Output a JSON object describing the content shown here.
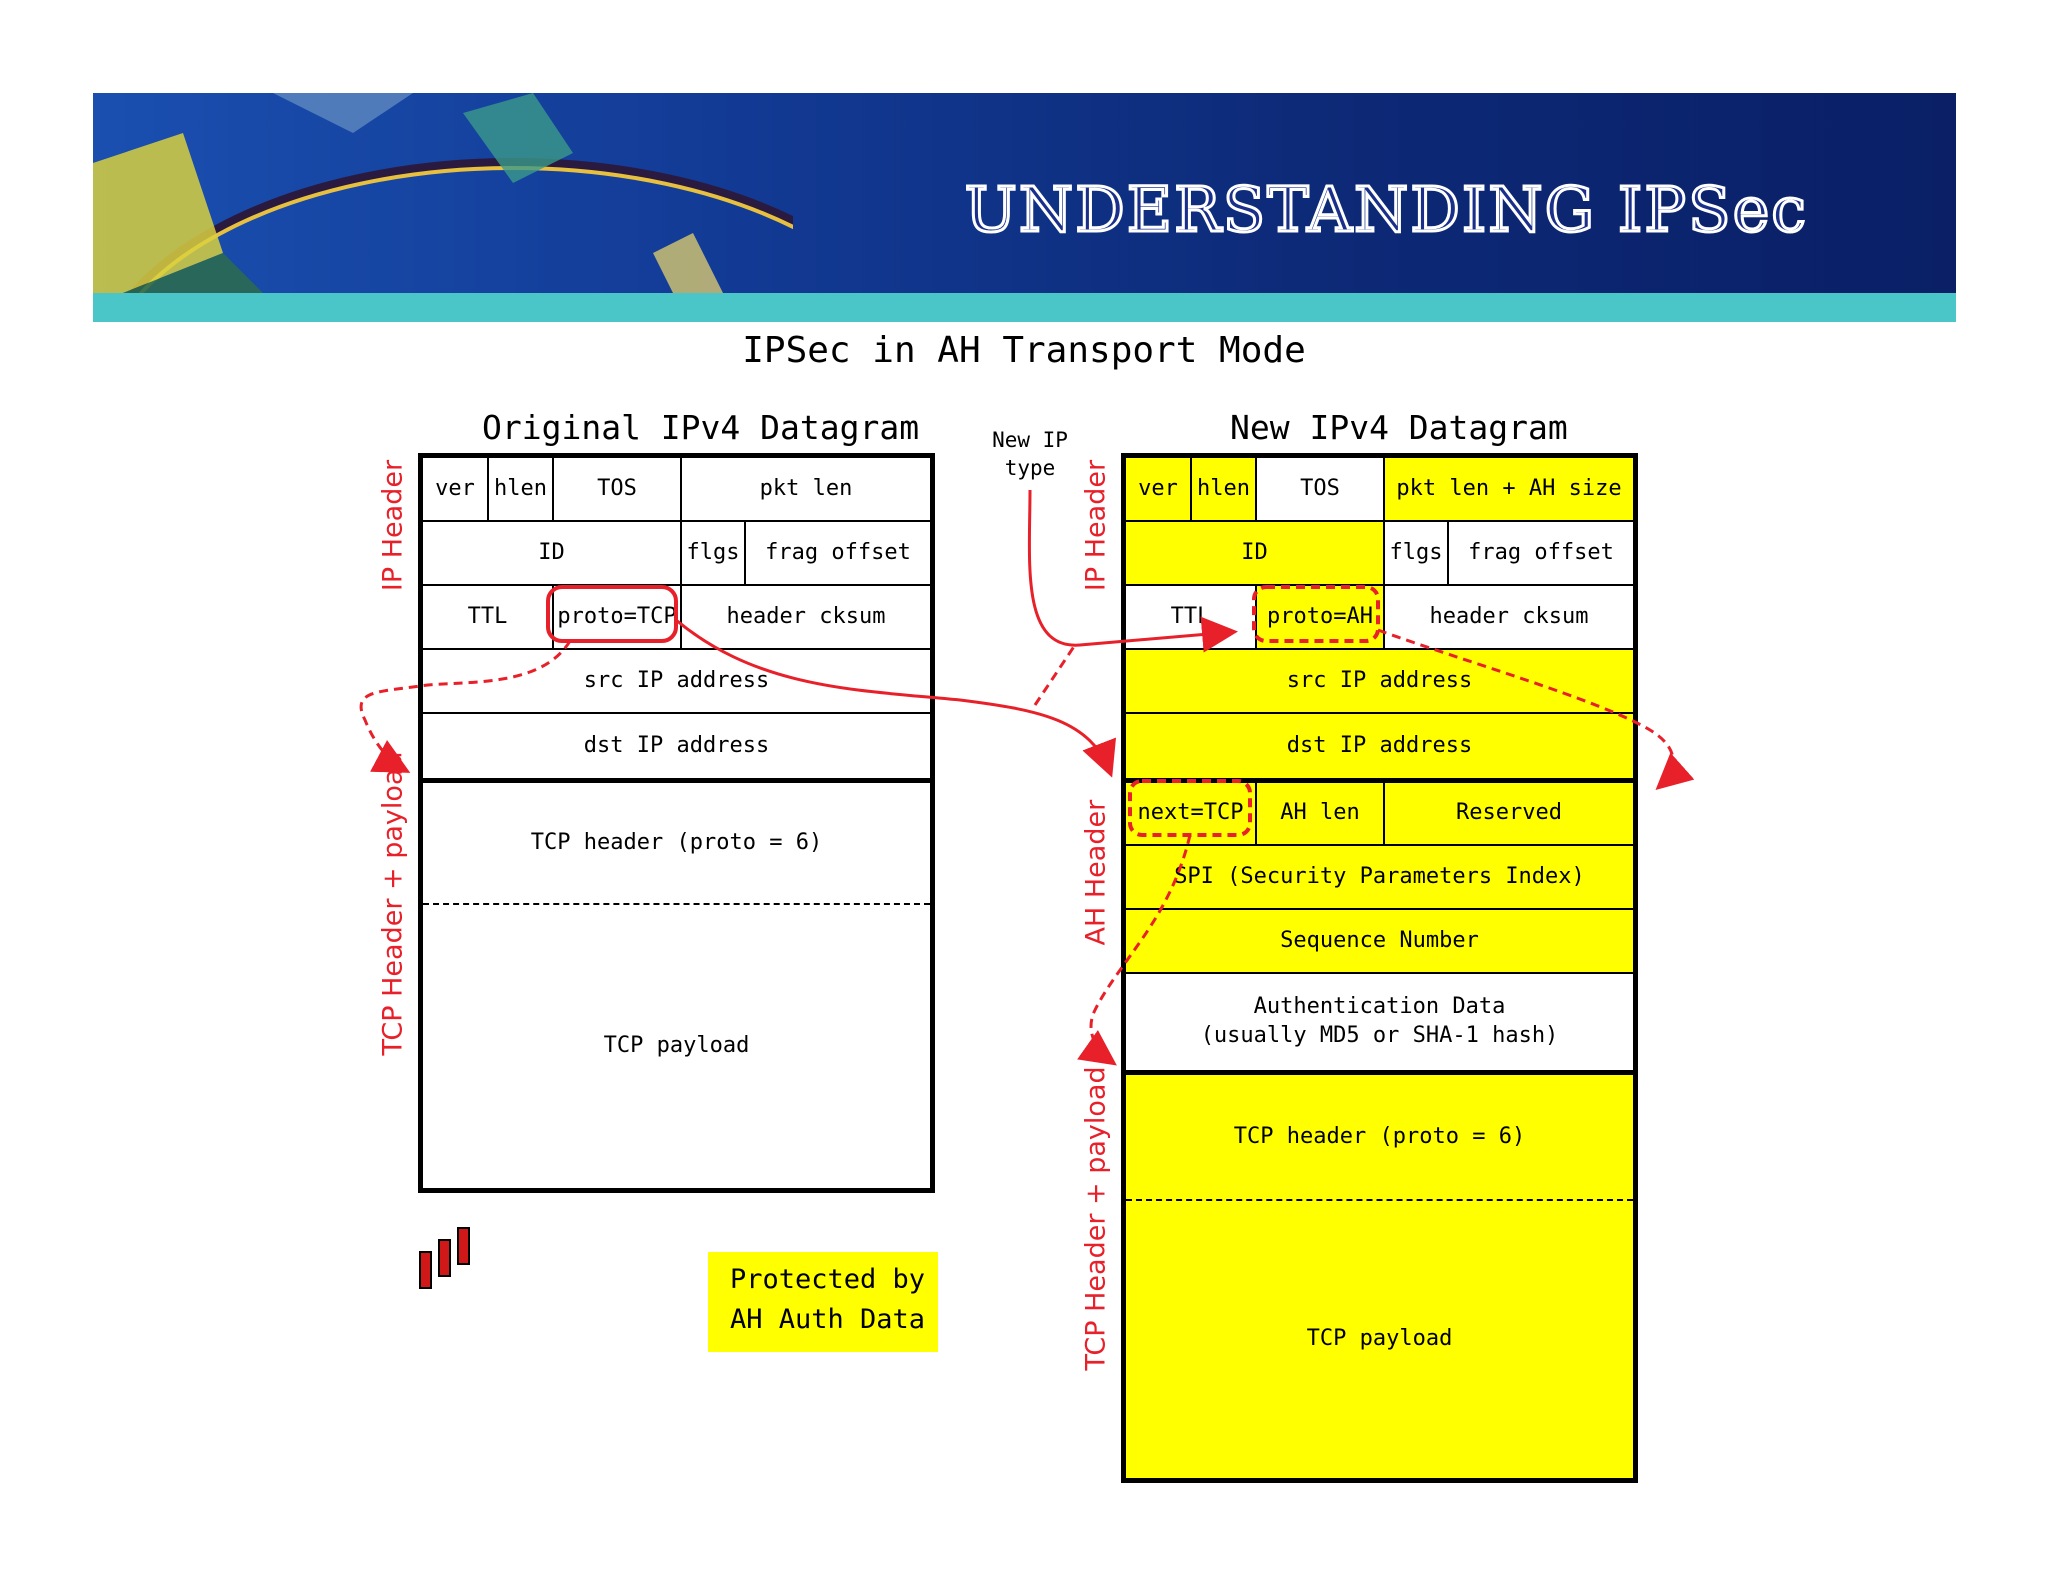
{
  "header": {
    "title": "UNDERSTANDING IPSec"
  },
  "diagram": {
    "title": "IPSec in AH Transport Mode",
    "original": {
      "title": "Original IPv4 Datagram",
      "ver": "ver",
      "hlen": "hlen",
      "tos": "TOS",
      "pkt_len": "pkt len",
      "id": "ID",
      "flgs": "flgs",
      "frag_offset": "frag offset",
      "ttl": "TTL",
      "proto": "proto=TCP",
      "header_cksum": "header cksum",
      "src_ip": "src IP address",
      "dst_ip": "dst IP address",
      "tcp_header": "TCP header (proto = 6)",
      "tcp_payload": "TCP payload",
      "label_ip_header": "IP Header",
      "label_tcp": "TCP Header + payload"
    },
    "new": {
      "title": "New IPv4 Datagram",
      "ver": "ver",
      "hlen": "hlen",
      "tos": "TOS",
      "pkt_len": "pkt len + AH size",
      "id": "ID",
      "flgs": "flgs",
      "frag_offset": "frag offset",
      "ttl": "TTL",
      "proto": "proto=AH",
      "header_cksum": "header cksum",
      "src_ip": "src IP address",
      "dst_ip": "dst IP address",
      "next": "next=TCP",
      "ah_len": "AH len",
      "reserved": "Reserved",
      "spi": "SPI (Security Parameters Index)",
      "seq": "Sequence Number",
      "auth_line1": "Authentication Data",
      "auth_line2": "(usually MD5 or SHA-1 hash)",
      "tcp_header": "TCP header (proto = 6)",
      "tcp_payload": "TCP payload",
      "label_ip_header": "IP Header",
      "label_ah_header": "AH Header",
      "label_tcp": "TCP Header + payload"
    },
    "new_ip_type_line1": "New IP",
    "new_ip_type_line2": "type",
    "legend_line1": "Protected by",
    "legend_line2": "AH Auth Data",
    "colors": {
      "highlight": "#ffff00",
      "arrow": "#e8202a",
      "banner": "#0d2a78",
      "stripe": "#4bc6c8"
    }
  }
}
